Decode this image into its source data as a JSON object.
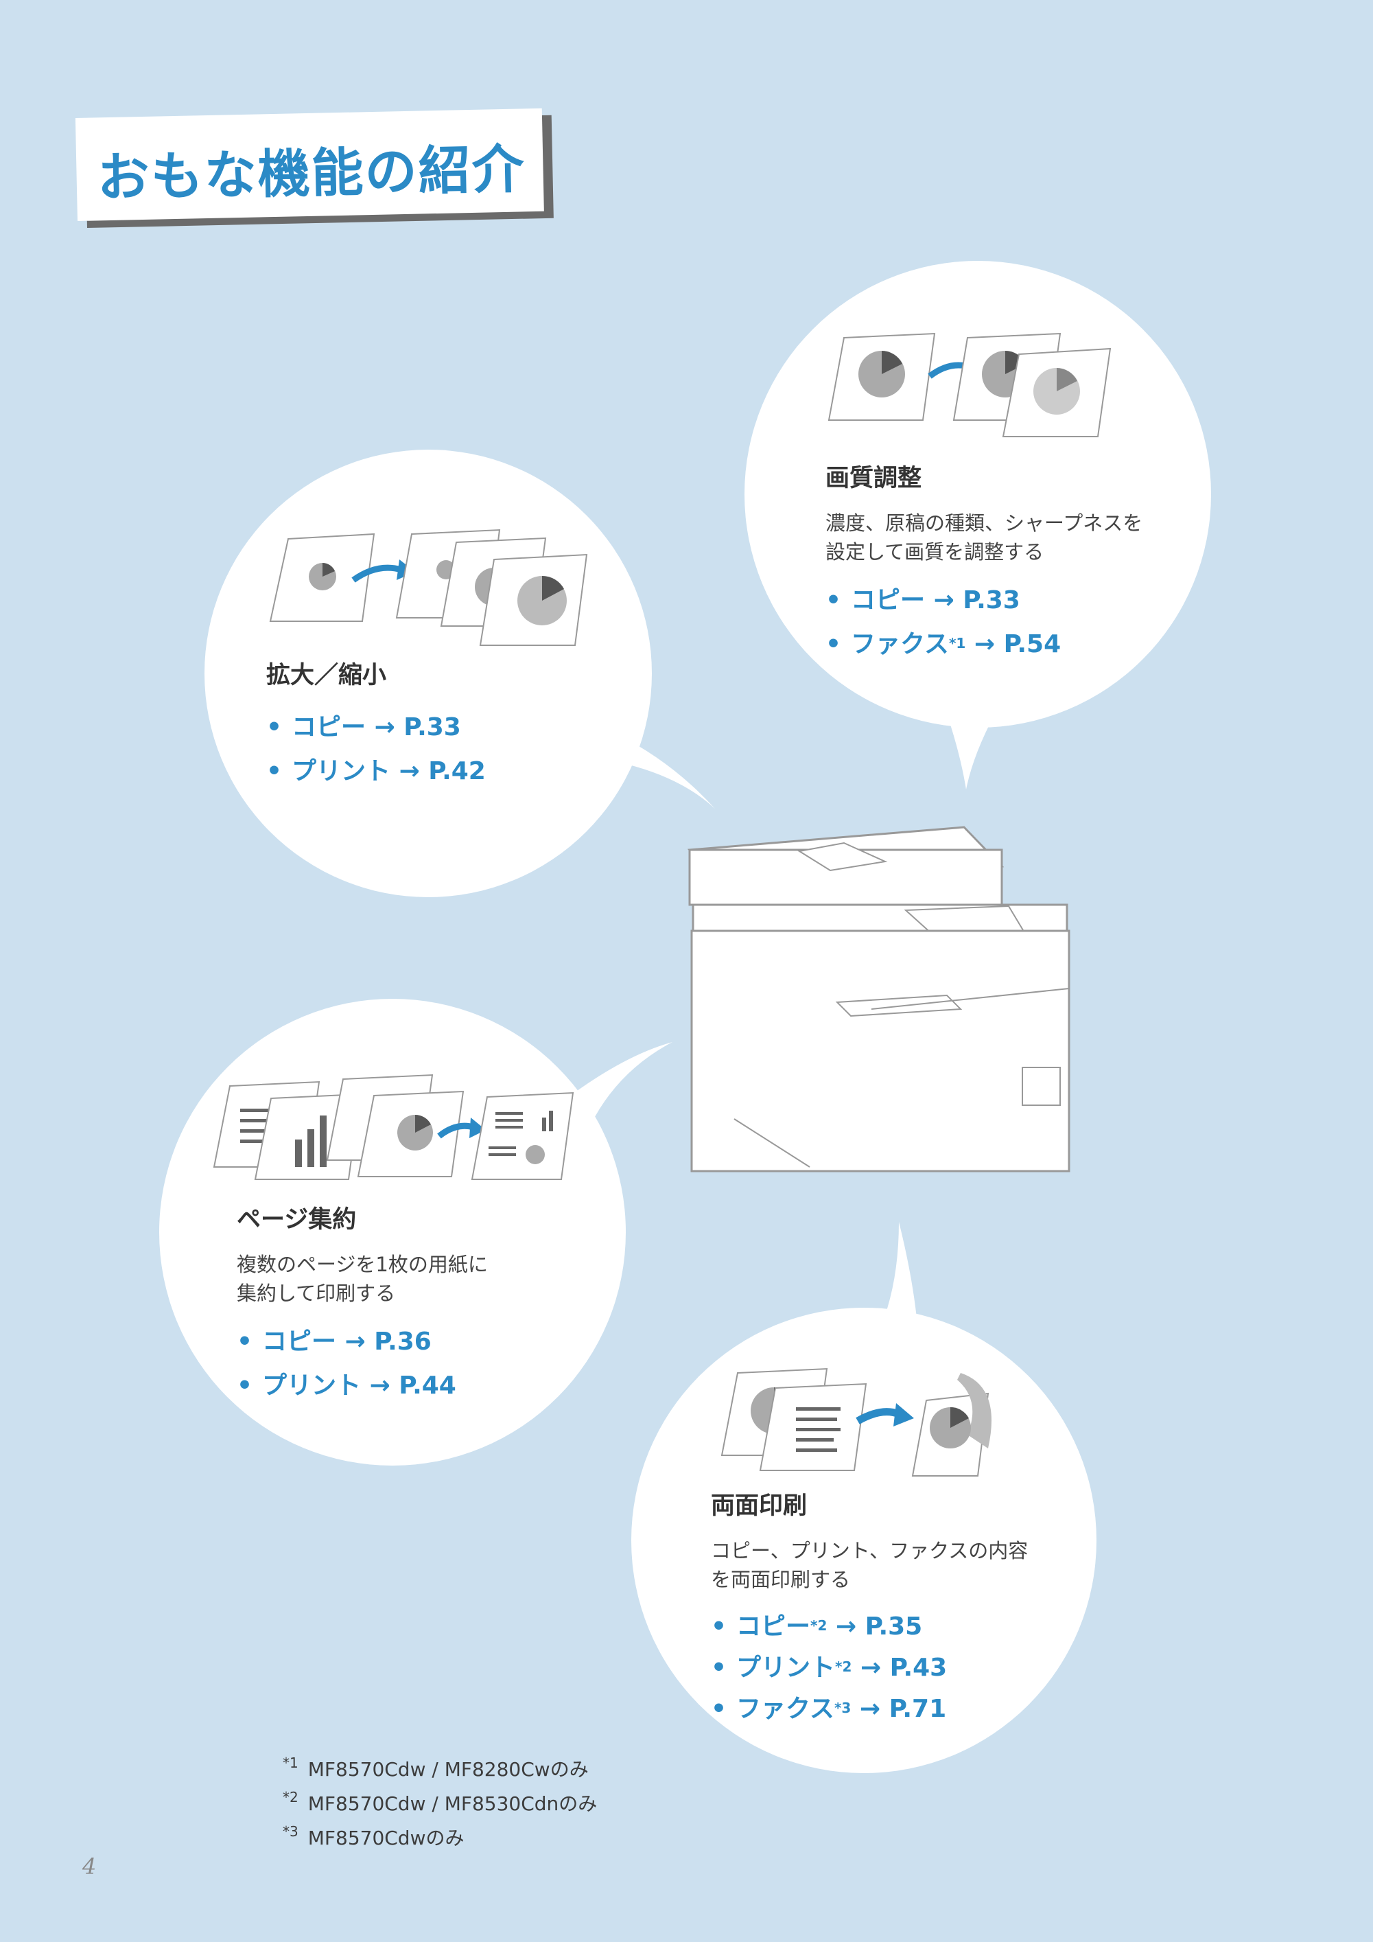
{
  "title": "おもな機能の紹介",
  "sections": {
    "scaling": {
      "heading": "拡大／縮小",
      "links": [
        {
          "bullet": "•",
          "label": "コピー",
          "sup": "",
          "arrow": "→",
          "page": "P.33"
        },
        {
          "bullet": "•",
          "label": "プリント",
          "sup": "",
          "arrow": "→",
          "page": "P.42"
        }
      ]
    },
    "quality": {
      "heading": "画質調整",
      "desc": [
        "濃度、原稿の種類、シャープネスを",
        "設定して画質を調整する"
      ],
      "links": [
        {
          "bullet": "•",
          "label": "コピー",
          "sup": "",
          "arrow": "→",
          "page": "P.33"
        },
        {
          "bullet": "•",
          "label": "ファクス",
          "sup": "*1",
          "arrow": "→",
          "page": "P.54"
        }
      ]
    },
    "layout": {
      "heading": "ページ集約",
      "desc": [
        "複数のページを1枚の用紙に",
        "集約して印刷する"
      ],
      "links": [
        {
          "bullet": "•",
          "label": "コピー",
          "sup": "",
          "arrow": "→",
          "page": "P.36"
        },
        {
          "bullet": "•",
          "label": "プリント",
          "sup": "",
          "arrow": "→",
          "page": "P.44"
        }
      ]
    },
    "duplex": {
      "heading": "両面印刷",
      "desc": [
        "コピー、プリント、ファクスの内容",
        "を両面印刷する"
      ],
      "links": [
        {
          "bullet": "•",
          "label": "コピー",
          "sup": "*2",
          "arrow": "→",
          "page": "P.35"
        },
        {
          "bullet": "•",
          "label": "プリント",
          "sup": "*2",
          "arrow": "→",
          "page": "P.43"
        },
        {
          "bullet": "•",
          "label": "ファクス",
          "sup": "*3",
          "arrow": "→",
          "page": "P.71"
        }
      ]
    }
  },
  "footnotes": [
    {
      "mark": "*1",
      "text": "MF8570Cdw / MF8280Cwのみ"
    },
    {
      "mark": "*2",
      "text": "MF8570Cdw / MF8530Cdnのみ"
    },
    {
      "mark": "*3",
      "text": "MF8570Cdwのみ"
    }
  ],
  "page_number": "4",
  "colors": {
    "background": "#cce0ef",
    "accent": "#2b8ac6",
    "bubble": "#ffffff",
    "title_shadow": "#6b6b6b"
  }
}
